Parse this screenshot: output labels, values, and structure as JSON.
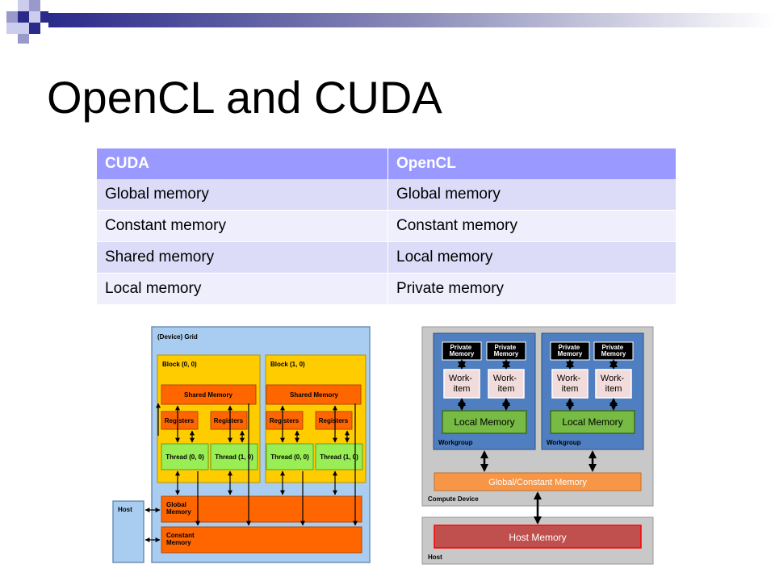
{
  "title": "OpenCL and CUDA",
  "table": {
    "headers": [
      "CUDA",
      "OpenCL"
    ],
    "rows": [
      [
        "Global memory",
        "Global memory"
      ],
      [
        "Constant memory",
        "Constant memory"
      ],
      [
        "Shared memory",
        "Local memory"
      ],
      [
        "Local memory",
        "Private memory"
      ]
    ]
  },
  "cuda_diagram": {
    "grid_label": "(Device) Grid",
    "blocks": [
      {
        "label": "Block (0, 0)",
        "shared": "Shared Memory",
        "registers": [
          "Registers",
          "Registers"
        ],
        "threads": [
          "Thread (0, 0)",
          "Thread (1, 0)"
        ]
      },
      {
        "label": "Block (1, 0)",
        "shared": "Shared Memory",
        "registers": [
          "Registers",
          "Registers"
        ],
        "threads": [
          "Thread (0, 0)",
          "Thread (1, 0)"
        ]
      }
    ],
    "host": "Host",
    "global_memory": [
      "Global",
      "Memory"
    ],
    "constant_memory": [
      "Constant",
      "Memory"
    ]
  },
  "opencl_diagram": {
    "workgroups": [
      {
        "label": "Workgroup",
        "private": [
          [
            "Private",
            "Memory"
          ],
          [
            "Private",
            "Memory"
          ]
        ],
        "workitems": [
          [
            "Work-",
            "item"
          ],
          [
            "Work-",
            "item"
          ]
        ],
        "local": "Local Memory"
      },
      {
        "label": "Workgroup",
        "private": [
          [
            "Private",
            "Memory"
          ],
          [
            "Private",
            "Memory"
          ]
        ],
        "workitems": [
          [
            "Work-",
            "item"
          ],
          [
            "Work-",
            "item"
          ]
        ],
        "local": "Local Memory"
      }
    ],
    "global_constant": "Global/Constant Memory",
    "compute_device": "Compute Device",
    "host_memory": "Host Memory",
    "host": "Host"
  },
  "colors": {
    "header_blue": "#9999ff",
    "grid_bg": "#a8cdf0",
    "block_yellow": "#ffcc00",
    "memory_orange": "#ff6600",
    "thread_green": "#99ee55",
    "workgroup_blue": "#4f7fc0",
    "local_green": "#77bb44",
    "global_orange": "#f79646",
    "host_red": "#c0504d"
  }
}
